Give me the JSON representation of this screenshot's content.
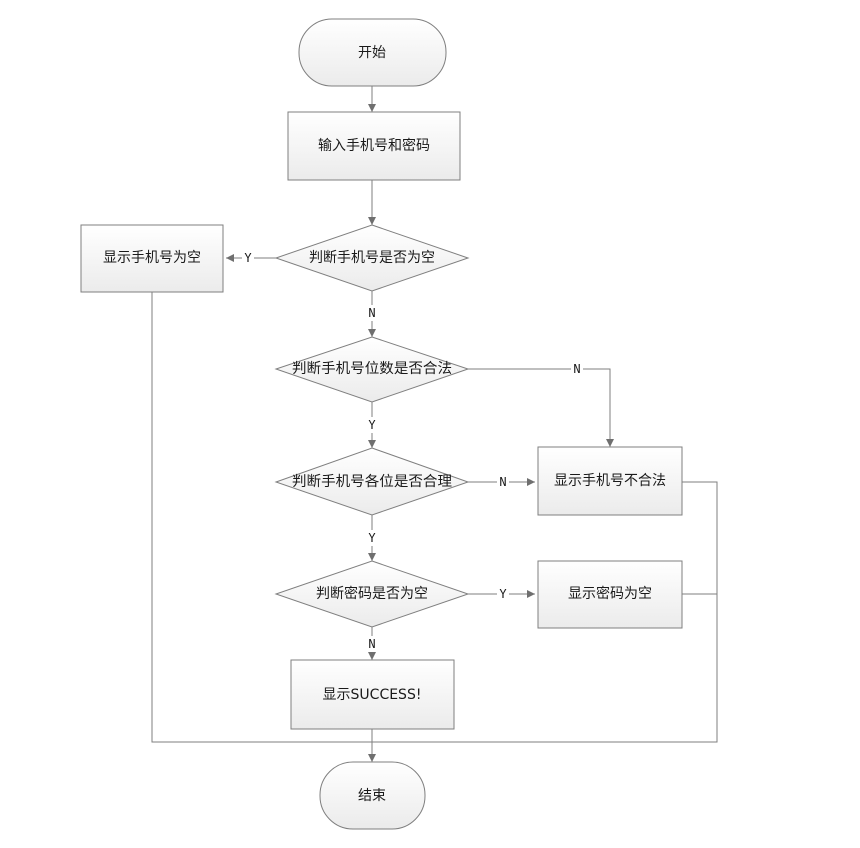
{
  "nodes": {
    "start": "开始",
    "input": "输入手机号和密码",
    "check_phone_empty": "判断手机号是否为空",
    "show_phone_empty": "显示手机号为空",
    "check_phone_length": "判断手机号位数是否合法",
    "check_phone_digits": "判断手机号各位是否合理",
    "show_phone_invalid": "显示手机号不合法",
    "check_password_empty": "判断密码是否为空",
    "show_password_empty": "显示密码为空",
    "show_success": "显示SUCCESS!",
    "end": "结束"
  },
  "edge_labels": {
    "phone_empty_yes": "Y",
    "phone_empty_no": "N",
    "length_invalid": "N",
    "length_valid": "Y",
    "digits_invalid": "N",
    "digits_valid": "Y",
    "password_empty_yes": "Y",
    "password_empty_no": "N"
  }
}
